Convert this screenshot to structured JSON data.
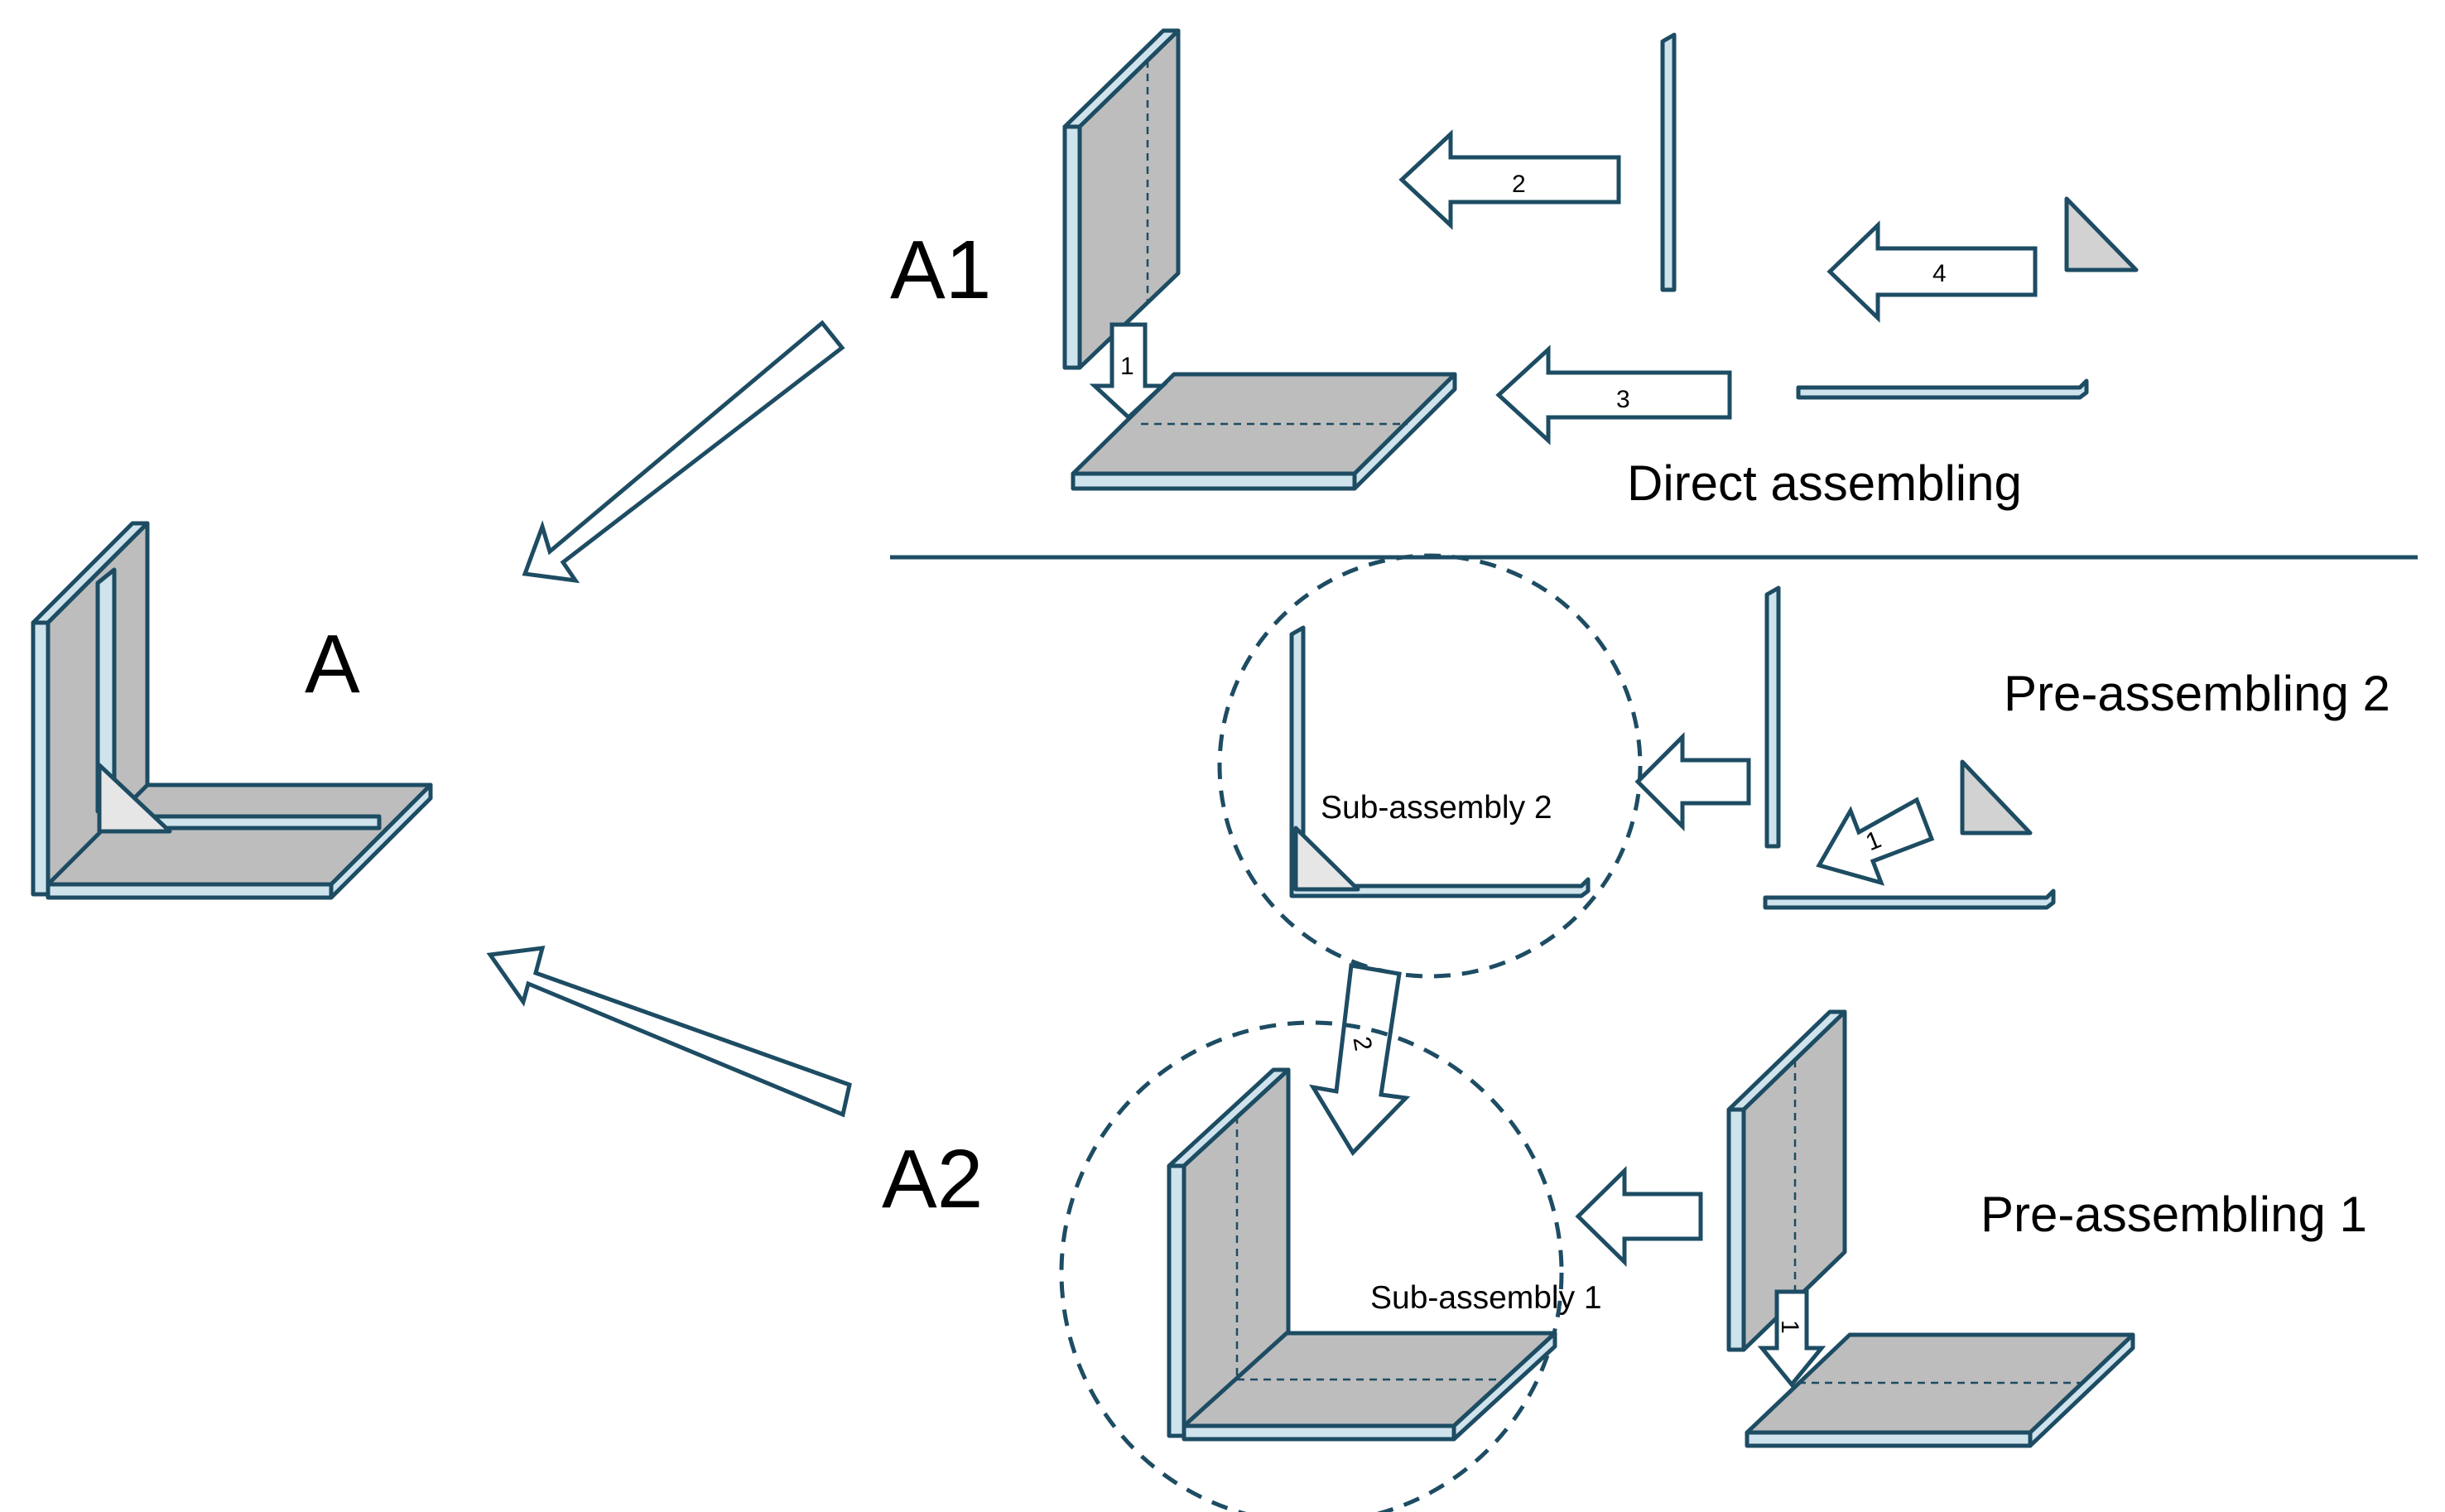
{
  "labels": {
    "assembly_a": "A",
    "assembly_a1": "A1",
    "assembly_a2": "A2",
    "direct": "Direct assembling",
    "pre2": "Pre-assembling 2",
    "pre1": "Pre-assembling 1",
    "sub2": "Sub-assembly 2",
    "sub1": "Sub-assembly 1"
  },
  "step_numbers": {
    "a1_step1": "1",
    "a1_step2": "2",
    "a1_step3": "3",
    "a1_step4": "4",
    "pre2_step1": "1",
    "pre1_step1": "1",
    "a2_step2": "2"
  },
  "colors": {
    "outline": "#1d4c63",
    "plate_face": "#bdbdbd",
    "plate_edge": "#cfe3ec"
  }
}
